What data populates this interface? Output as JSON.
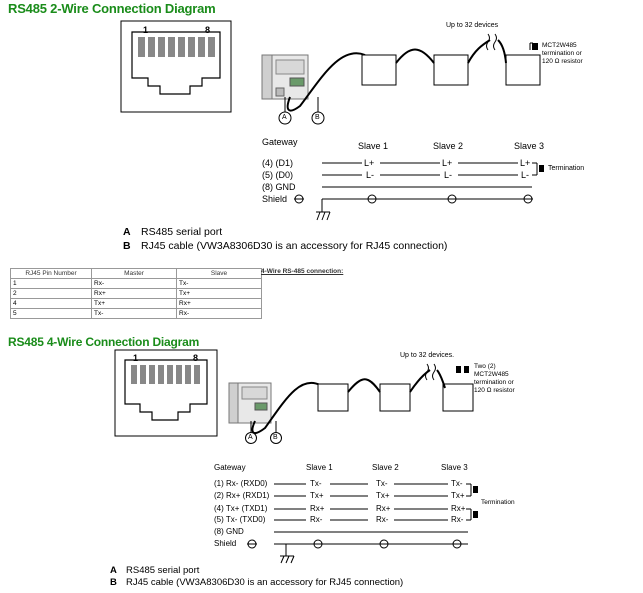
{
  "section1": {
    "title": "RS485 2-Wire Connection Diagram",
    "rj45_pin_first": "1",
    "rj45_pin_last": "8",
    "circle_a": "A",
    "circle_b": "B",
    "up_to_devices": "Up to 32 devices",
    "terminator_note": [
      "MCT2W485",
      "termination or",
      "120 Ω resistor"
    ],
    "gateway": "Gateway",
    "slaves": [
      "Slave 1",
      "Slave 2",
      "Slave 3"
    ],
    "signals": [
      "(4) (D1)",
      "(5) (D0)",
      "(8) GND",
      "Shield"
    ],
    "line_labels": [
      "L+",
      "L-"
    ],
    "termination": "Termination",
    "legend_a_key": "A",
    "legend_a": "RS485 serial port",
    "legend_b_key": "B",
    "legend_b": "RJ45 cable (VW3A8306D30 is an accessory for RJ45 connection)"
  },
  "pin_table": {
    "headers": [
      "RJ45 Pin Number",
      "Master",
      "Slave"
    ],
    "side_label": "4-Wire RS-485 connection:",
    "rows": [
      [
        "1",
        "Rx-",
        "Tx-"
      ],
      [
        "2",
        "Rx+",
        "Tx+"
      ],
      [
        "4",
        "Tx+",
        "Rx+"
      ],
      [
        "5",
        "Tx-",
        "Rx-"
      ]
    ]
  },
  "section2": {
    "title": "RS485 4-Wire Connection Diagram",
    "rj45_pin_first": "1",
    "rj45_pin_last": "8",
    "circle_a": "A",
    "circle_b": "B",
    "up_to_devices": "Up to 32 devices.",
    "terminator_note": [
      "Two (2)",
      "MCT2W485",
      "termination or",
      "120 Ω resistor"
    ],
    "gateway": "Gateway",
    "slaves": [
      "Slave 1",
      "Slave 2",
      "Slave 3"
    ],
    "signals": [
      "(1) Rx- (RXD0)",
      "(2) Rx+ (RXD1)",
      "(4) Tx+ (TXD1)",
      "(5) Tx- (TXD0)",
      "(8) GND",
      "Shield"
    ],
    "line_labels": [
      "Tx-",
      "Tx+",
      "Rx+",
      "Rx-"
    ],
    "termination": "Termination",
    "legend_a_key": "A",
    "legend_a": "RS485 serial port",
    "legend_b_key": "B",
    "legend_b": "RJ45 cable (VW3A8306D30 is an accessory for RJ45 connection)"
  }
}
